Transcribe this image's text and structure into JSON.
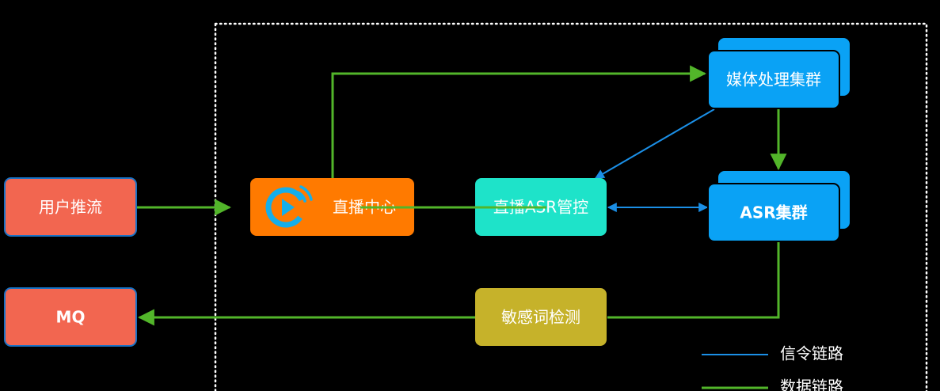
{
  "colors": {
    "background": "#000000",
    "boundary": "#ffffff",
    "source": "#f26650",
    "live_center": "#ff7a00",
    "asr_control": "#1ee3c9",
    "cluster": "#0aa2f5",
    "sensitive": "#c6b22a",
    "signal_line": "#1b8fe6",
    "data_line": "#52b52a",
    "text": "#ffffff"
  },
  "nodes": {
    "user_push": "用户推流",
    "mq": "MQ",
    "live_center": "直播中心",
    "asr_control": "直播ASR管控",
    "media_cluster": "媒体处理集群",
    "asr_cluster": "ASR集群",
    "sensitive_detect": "敏感词检测"
  },
  "legend": {
    "signal": "信令链路",
    "data": "数据链路"
  }
}
